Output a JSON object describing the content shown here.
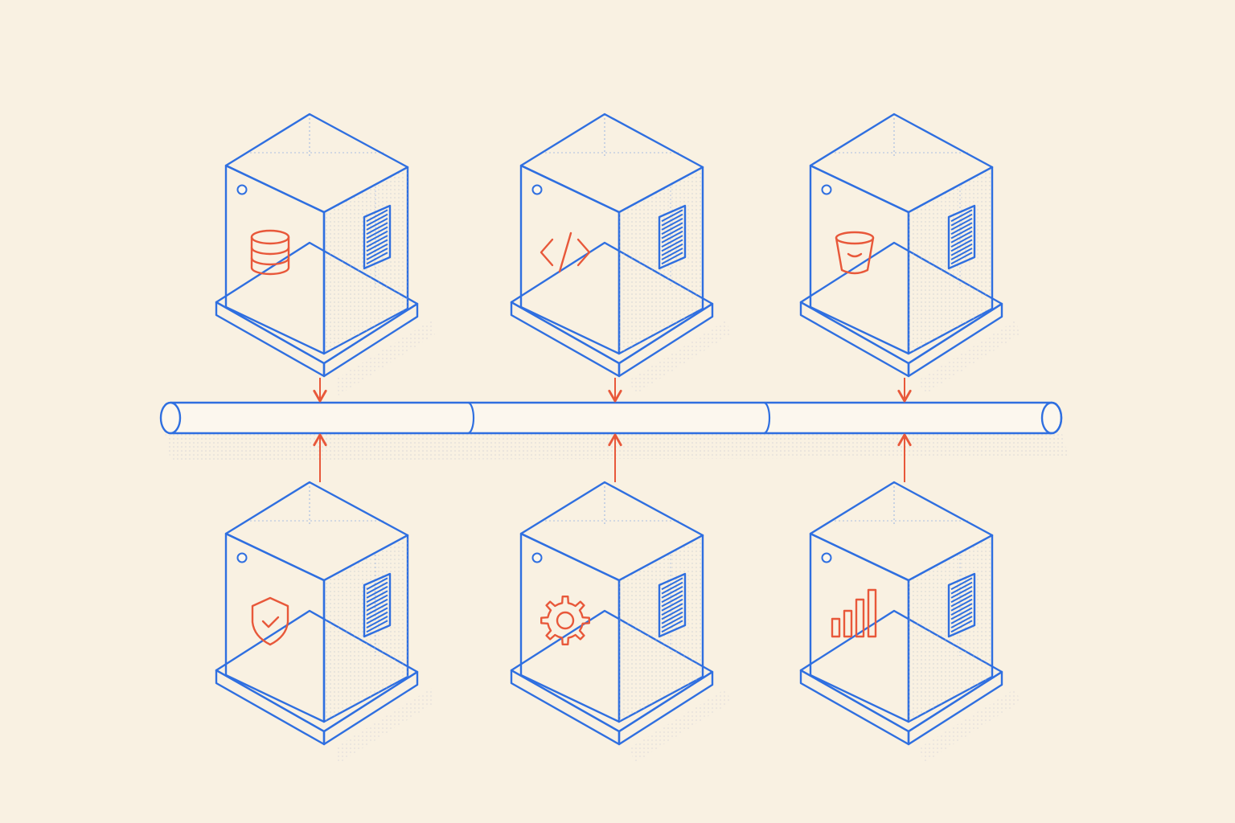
{
  "colors": {
    "background": "#f9f1e2",
    "outline": "#2f6fe0",
    "accent": "#e8583a",
    "panel": "#fcf7ee",
    "shade": "#a8b0c0"
  },
  "bus": {
    "name": "shared bus",
    "segments": 3
  },
  "nodes": [
    {
      "id": "top-left",
      "row": "top",
      "icon": "database-icon",
      "flow": "into-bus"
    },
    {
      "id": "top-center",
      "row": "top",
      "icon": "code-icon",
      "flow": "into-bus"
    },
    {
      "id": "top-right",
      "row": "top",
      "icon": "bucket-icon",
      "flow": "into-bus"
    },
    {
      "id": "bottom-left",
      "row": "bottom",
      "icon": "shield-check-icon",
      "flow": "into-bus"
    },
    {
      "id": "bottom-center",
      "row": "bottom",
      "icon": "gear-icon",
      "flow": "into-bus"
    },
    {
      "id": "bottom-right",
      "row": "bottom",
      "icon": "bar-chart-icon",
      "flow": "into-bus"
    }
  ]
}
